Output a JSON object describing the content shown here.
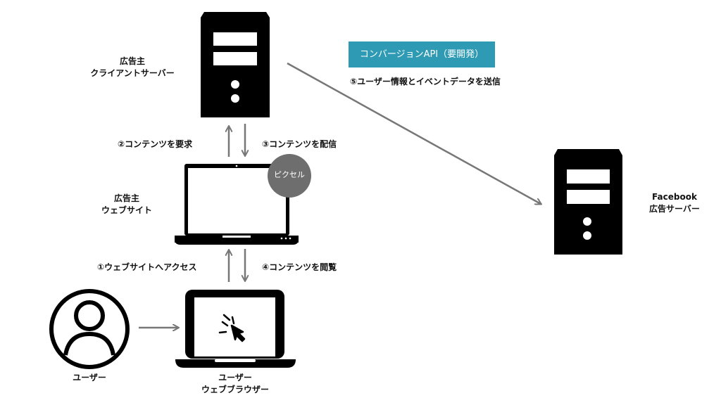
{
  "client_server": {
    "line1": "広告主",
    "line2": "クライアントサーバー"
  },
  "advertiser_site": {
    "line1": "広告主",
    "line2": "ウェブサイト"
  },
  "facebook_server": {
    "line1": "Facebook",
    "line2": "広告サーバー"
  },
  "user": {
    "label": "ユーザー"
  },
  "user_browser": {
    "line1": "ユーザー",
    "line2": "ウェブブラウザー"
  },
  "pixel_badge": "ピクセル",
  "api_badge": "コンバージョンAPI（要開発）",
  "steps": {
    "step1": "①ウェブサイトへアクセス",
    "step2": "②コンテンツを要求",
    "step3": "③コンテンツを配信",
    "step4": "④コンテンツを閲覧",
    "step5": "⑤ユーザー情報とイベントデータを送信"
  },
  "colors": {
    "icon": "#000000",
    "arrow": "#777777",
    "badge": "#2e9ab3",
    "pixel_circle": "#6e6e6e"
  },
  "icons": [
    "server-icon",
    "laptop-icon",
    "user-icon",
    "cursor-click-icon"
  ]
}
